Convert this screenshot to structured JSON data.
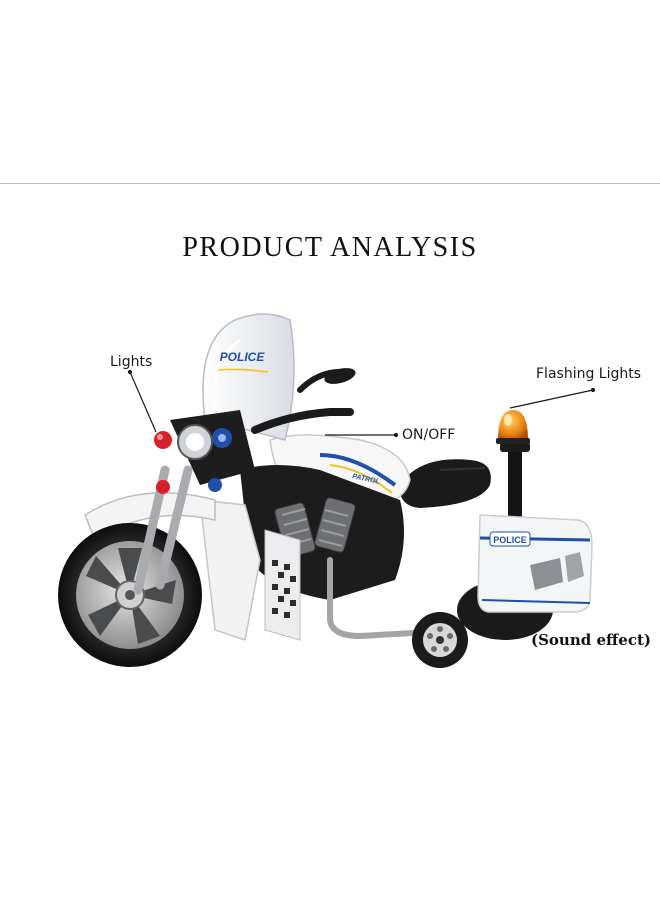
{
  "title": "PRODUCT ANALYSIS",
  "callouts": {
    "lights": "Lights",
    "flashing": "Flashing Lights",
    "onoff": "ON/OFF",
    "sound": "(Sound effect)"
  },
  "decals": {
    "windshield": "POLICE",
    "sidebox": "POLICE",
    "tank": "PATROL"
  },
  "colors": {
    "police_blue": "#1f4fa8",
    "beacon_orange": "#f08a12",
    "light_red": "#d8202a",
    "body_black": "#1c1c1c"
  }
}
